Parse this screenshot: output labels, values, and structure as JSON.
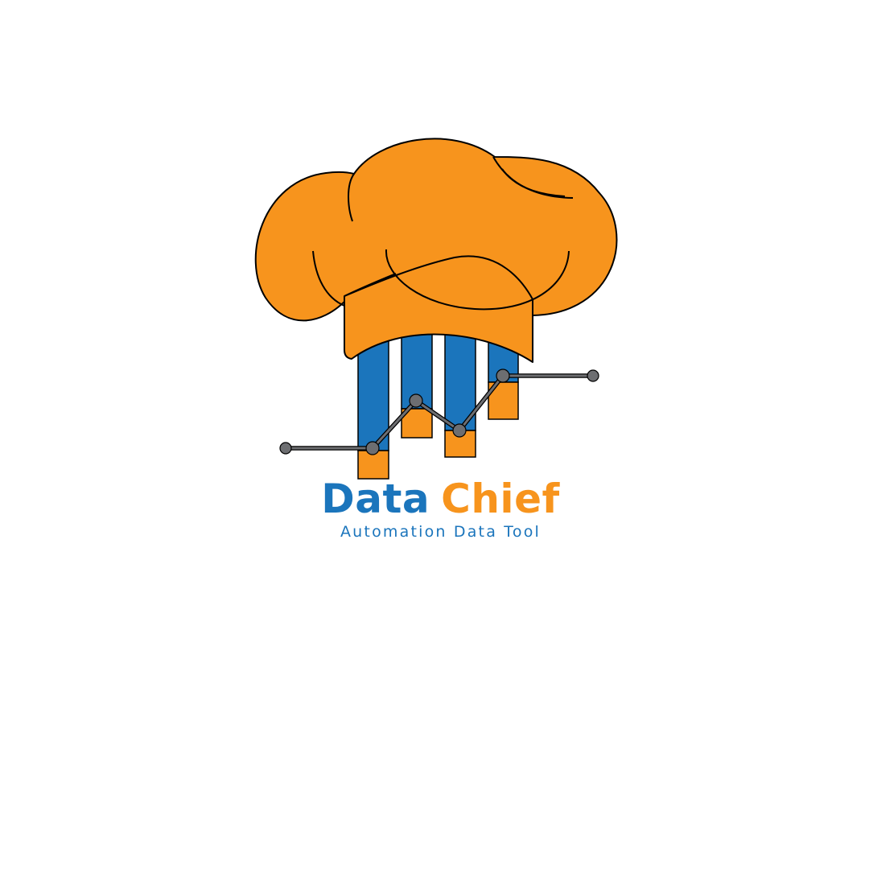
{
  "logo": {
    "brand_first_word": "Data",
    "brand_second_word": "Chief",
    "tagline": "Automation Data Tool",
    "colors": {
      "blue": "#1b75bc",
      "orange": "#f7941d",
      "line_gray": "#5a5a5a",
      "dot_gray": "#6d6e71",
      "outline": "#000000",
      "background": "#ffffff"
    },
    "icon": "chef-hat-over-bar-chart-icon"
  }
}
